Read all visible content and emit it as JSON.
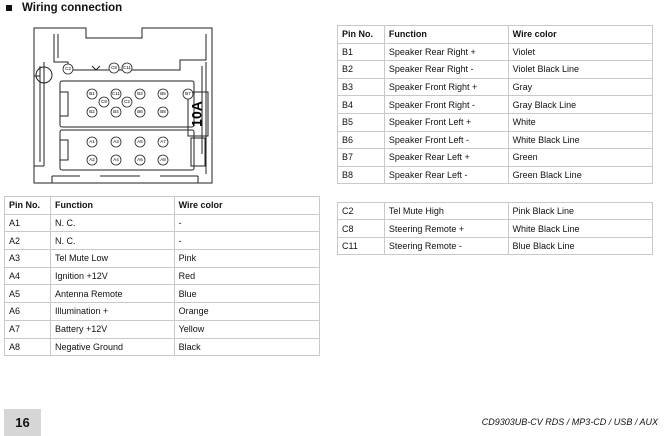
{
  "header": {
    "title": "Wiring connection"
  },
  "connector": {
    "fuse_label": "10A",
    "top_pins": [
      "C2",
      "C8",
      "C11"
    ],
    "b_pins": [
      "B1",
      "C11",
      "B3",
      "B5",
      "B7",
      "C8",
      "C2",
      "B2",
      "B4",
      "B6",
      "B8"
    ],
    "a_pins": [
      "A1",
      "A3",
      "A5",
      "A7",
      "A2",
      "A4",
      "A6",
      "A8"
    ]
  },
  "tables": {
    "headers": {
      "pin": "Pin No.",
      "function": "Function",
      "color": "Wire color"
    },
    "a_rows": [
      {
        "pin": "A1",
        "function": "N. C.",
        "color": "-"
      },
      {
        "pin": "A2",
        "function": "N. C.",
        "color": "-"
      },
      {
        "pin": "A3",
        "function": "Tel Mute Low",
        "color": "Pink"
      },
      {
        "pin": "A4",
        "function": "Ignition +12V",
        "color": "Red"
      },
      {
        "pin": "A5",
        "function": "Antenna Remote",
        "color": "Blue"
      },
      {
        "pin": "A6",
        "function": "Illumination +",
        "color": "Orange"
      },
      {
        "pin": "A7",
        "function": "Battery +12V",
        "color": "Yellow"
      },
      {
        "pin": "A8",
        "function": "Negative Ground",
        "color": "Black"
      }
    ],
    "b_rows": [
      {
        "pin": "B1",
        "function": "Speaker Rear Right +",
        "color": "Violet"
      },
      {
        "pin": "B2",
        "function": "Speaker Rear Right -",
        "color": "Violet Black Line"
      },
      {
        "pin": "B3",
        "function": "Speaker Front Right +",
        "color": "Gray"
      },
      {
        "pin": "B4",
        "function": "Speaker Front Right -",
        "color": "Gray Black Line"
      },
      {
        "pin": "B5",
        "function": "Speaker Front Left +",
        "color": "White"
      },
      {
        "pin": "B6",
        "function": "Speaker Front Left -",
        "color": "White Black Line"
      },
      {
        "pin": "B7",
        "function": "Speaker Rear Left +",
        "color": "Green"
      },
      {
        "pin": "B8",
        "function": "Speaker Rear Left -",
        "color": "Green Black Line"
      }
    ],
    "c_rows": [
      {
        "pin": "C2",
        "function": "Tel Mute High",
        "color": "Pink Black Line"
      },
      {
        "pin": "C8",
        "function": "Steering Remote +",
        "color": "White Black Line"
      },
      {
        "pin": "C11",
        "function": "Steering Remote -",
        "color": "Blue Black Line"
      }
    ]
  },
  "footer": {
    "page_number": "16",
    "model": "CD9303UB-CV RDS / MP3-CD / USB / AUX"
  }
}
